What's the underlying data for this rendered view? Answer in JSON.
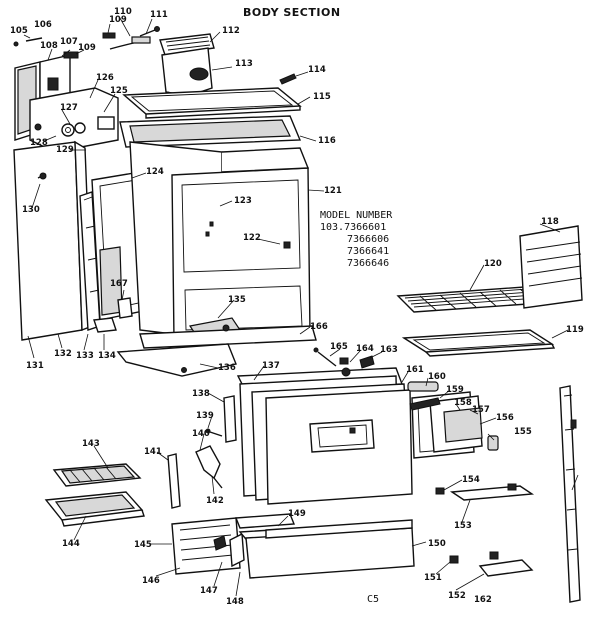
{
  "title": "BODY SECTION",
  "model": {
    "heading": "MODEL NUMBER",
    "numbers": [
      "103.7366601",
      "7366606",
      "7366641",
      "7366646"
    ]
  },
  "footer_code": "C5",
  "labels": {
    "p105": "105",
    "p106": "106",
    "p107": "107",
    "p108": "108",
    "p109": "109",
    "p110": "110",
    "p111": "111",
    "p112": "112",
    "p113": "113",
    "p114": "114",
    "p115": "115",
    "p116": "116",
    "p118": "118",
    "p119": "119",
    "p120": "120",
    "p121": "121",
    "p122": "122",
    "p123": "123",
    "p124": "124",
    "p125": "125",
    "p126": "126",
    "p127": "127",
    "p128": "128",
    "p129": "129",
    "p130": "130",
    "p131": "131",
    "p132": "132",
    "p133": "133",
    "p134": "134",
    "p135": "135",
    "p136": "136",
    "p137": "137",
    "p138": "138",
    "p139": "139",
    "p140": "140",
    "p141": "141",
    "p142": "142",
    "p143": "143",
    "p144": "144",
    "p145": "145",
    "p146": "146",
    "p147": "147",
    "p148": "148",
    "p149": "149",
    "p150": "150",
    "p151": "151",
    "p152": "152",
    "p153": "153",
    "p154": "154",
    "p155": "155",
    "p156": "156",
    "p157": "157",
    "p158": "158",
    "p159": "159",
    "p160": "160",
    "p161": "161",
    "p162": "162",
    "p163": "163",
    "p164": "164",
    "p165": "165",
    "p166": "166",
    "p167": "167"
  }
}
